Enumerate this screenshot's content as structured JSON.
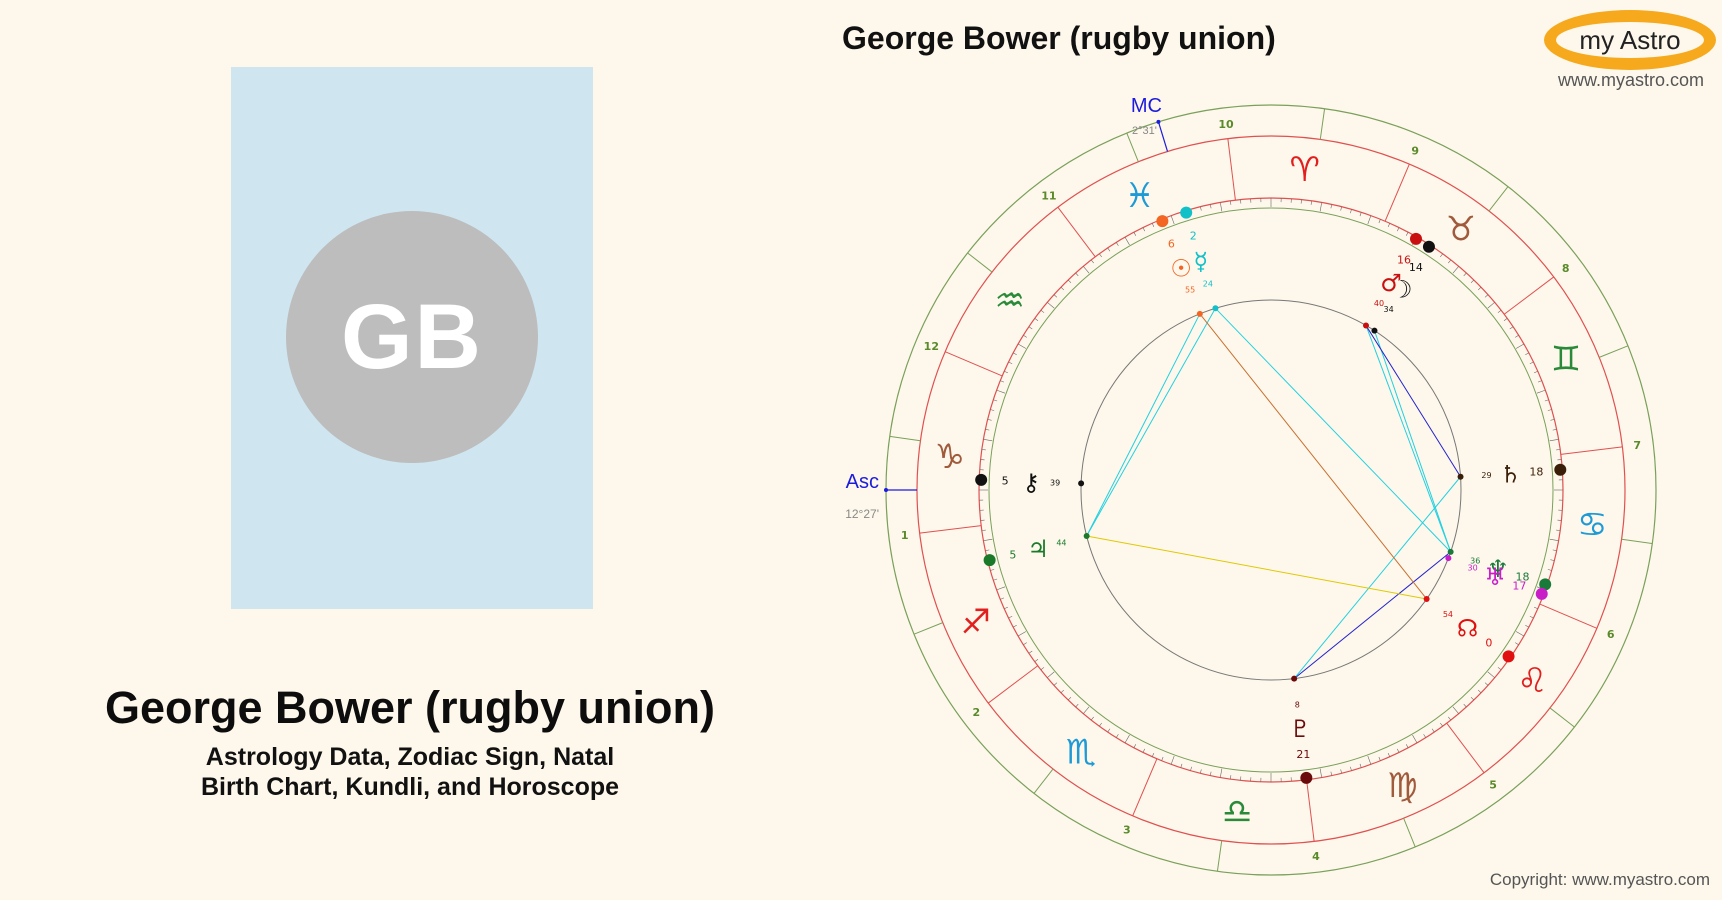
{
  "left_panel": {
    "initials": "GB",
    "name": "George Bower (rugby union)",
    "subtitle_line1": "Astrology Data, Zodiac Sign, Natal",
    "subtitle_line2": "Birth Chart, Kundli, and Horoscope"
  },
  "chart_header": {
    "title": "George Bower (rugby union)",
    "logo_text": "my Astro",
    "site_url": "www.myastro.com",
    "copyright": "Copyright: www.myastro.com"
  },
  "colors": {
    "background": "#fef8ec",
    "photo_bg": "#cfe6f1",
    "avatar_bg": "#bdbdbd",
    "logo_orange": "#f6a91c",
    "ring_green": "#7aa05a",
    "ring_red": "#e05050",
    "fire": "#e21f1f",
    "earth": "#a05a3c",
    "air": "#2a8a3a",
    "water": "#1e9ad6",
    "angle_blue": "#1c1cdc"
  },
  "angles": {
    "asc_label": "Asc",
    "asc_degree": "12°27'",
    "mc_label": "MC",
    "mc_degree": "2°31'"
  },
  "house_numbers": [
    "1",
    "2",
    "3",
    "4",
    "5",
    "6",
    "7",
    "8",
    "9",
    "10",
    "11",
    "12"
  ],
  "signs": [
    {
      "name": "aries-sign",
      "glyph": "♈",
      "element": "fire"
    },
    {
      "name": "taurus-sign",
      "glyph": "♉",
      "element": "earth"
    },
    {
      "name": "gemini-sign",
      "glyph": "♊",
      "element": "air"
    },
    {
      "name": "cancer-sign",
      "glyph": "♋",
      "element": "water"
    },
    {
      "name": "leo-sign",
      "glyph": "♌",
      "element": "fire"
    },
    {
      "name": "virgo-sign",
      "glyph": "♍",
      "element": "earth"
    },
    {
      "name": "libra-sign",
      "glyph": "♎",
      "element": "air"
    },
    {
      "name": "scorpio-sign",
      "glyph": "♏",
      "element": "water"
    },
    {
      "name": "sagittarius-sign",
      "glyph": "♐",
      "element": "fire"
    },
    {
      "name": "capricorn-sign",
      "glyph": "♑",
      "element": "earth"
    },
    {
      "name": "aquarius-sign",
      "glyph": "♒",
      "element": "air"
    },
    {
      "name": "pisces-sign",
      "glyph": "♓",
      "element": "water"
    }
  ],
  "planets": [
    {
      "name": "sun",
      "glyph": "☉",
      "degree": "6",
      "minute": "55",
      "color": "#f26522"
    },
    {
      "name": "mercury",
      "glyph": "☿",
      "degree": "2",
      "minute": "24",
      "color": "#12c0c8"
    },
    {
      "name": "mars",
      "glyph": "♂",
      "degree": "16",
      "minute": "40",
      "color": "#c81010"
    },
    {
      "name": "moon",
      "glyph": "☽",
      "degree": "14",
      "minute": "34",
      "color": "#111111"
    },
    {
      "name": "saturn",
      "glyph": "♄",
      "degree": "18",
      "minute": "29",
      "color": "#3a1e08"
    },
    {
      "name": "neptune",
      "glyph": "♆",
      "degree": "18",
      "minute": "36",
      "color": "#1a7a3a"
    },
    {
      "name": "uranus",
      "glyph": "♅",
      "degree": "17",
      "minute": "30",
      "color": "#c81ec8"
    },
    {
      "name": "north-node",
      "glyph": "☊",
      "degree": "0",
      "minute": "54",
      "color": "#e01010"
    },
    {
      "name": "pluto",
      "glyph": "♇",
      "degree": "21",
      "minute": "8",
      "color": "#6a0a0a"
    },
    {
      "name": "jupiter",
      "glyph": "♃",
      "degree": "5",
      "minute": "44",
      "color": "#1a7a2a"
    },
    {
      "name": "chiron",
      "glyph": "⚷",
      "degree": "5",
      "minute": "39",
      "color": "#111111"
    }
  ]
}
